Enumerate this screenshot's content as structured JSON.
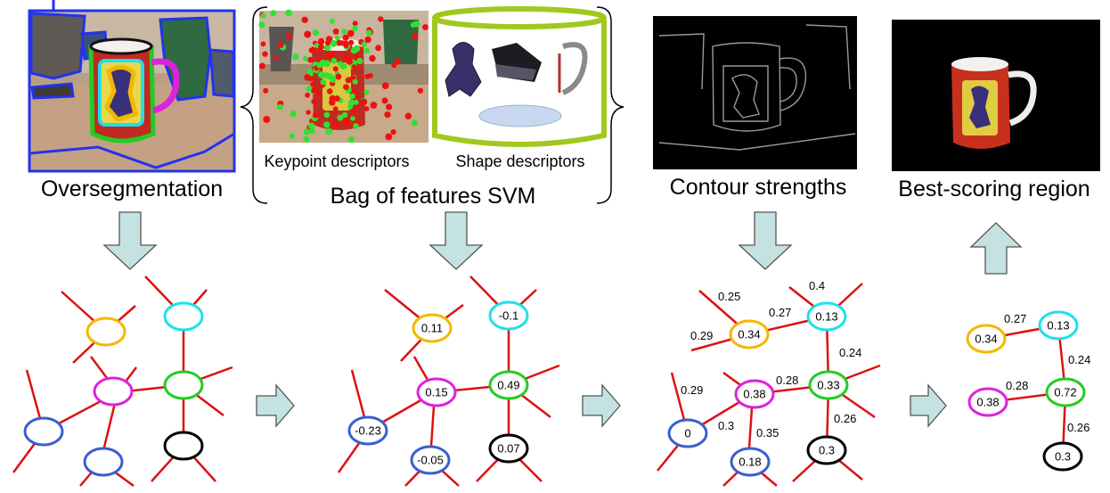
{
  "panels": {
    "oversegmentation": "Oversegmentation",
    "bag_svm": "Bag of features SVM",
    "keypoint": "Keypoint descriptors",
    "shape": "Shape descriptors",
    "contour": "Contour strengths",
    "best": "Best-scoring region"
  },
  "colors": {
    "edge": "#dd1111",
    "arrow_fill": "#c5e2e2",
    "arrow_stroke": "#555555",
    "yellow": "#f2b800",
    "cyan": "#1ee0ec",
    "green": "#22cc22",
    "magenta": "#dd22dd",
    "blue": "#3a5fcd",
    "black": "#000000",
    "brace_green": "#a0c81e"
  },
  "graph2": {
    "yellow": "0.11",
    "cyan": "-0.1",
    "magenta": "0.15",
    "green": "0.49",
    "blue1": "-0.23",
    "blue2": "-0.05",
    "black": "0.07"
  },
  "graph3": {
    "nodes": {
      "yellow": "0.34",
      "cyan": "0.13",
      "magenta": "0.38",
      "green": "0.33",
      "blue1": "0",
      "blue2": "0.18",
      "black": "0.3"
    },
    "edges": {
      "e_025": "0.25",
      "e_04": "0.4",
      "e_027": "0.27",
      "e_029a": "0.29",
      "e_024": "0.24",
      "e_029b": "0.29",
      "e_028": "0.28",
      "e_03": "0.3",
      "e_035": "0.35",
      "e_026": "0.26"
    }
  },
  "graph4": {
    "nodes": {
      "yellow": "0.34",
      "cyan": "0.13",
      "magenta": "0.38",
      "green": "0.72",
      "black": "0.3"
    },
    "edges": {
      "e_027": "0.27",
      "e_024": "0.24",
      "e_028": "0.28",
      "e_026": "0.26"
    }
  }
}
